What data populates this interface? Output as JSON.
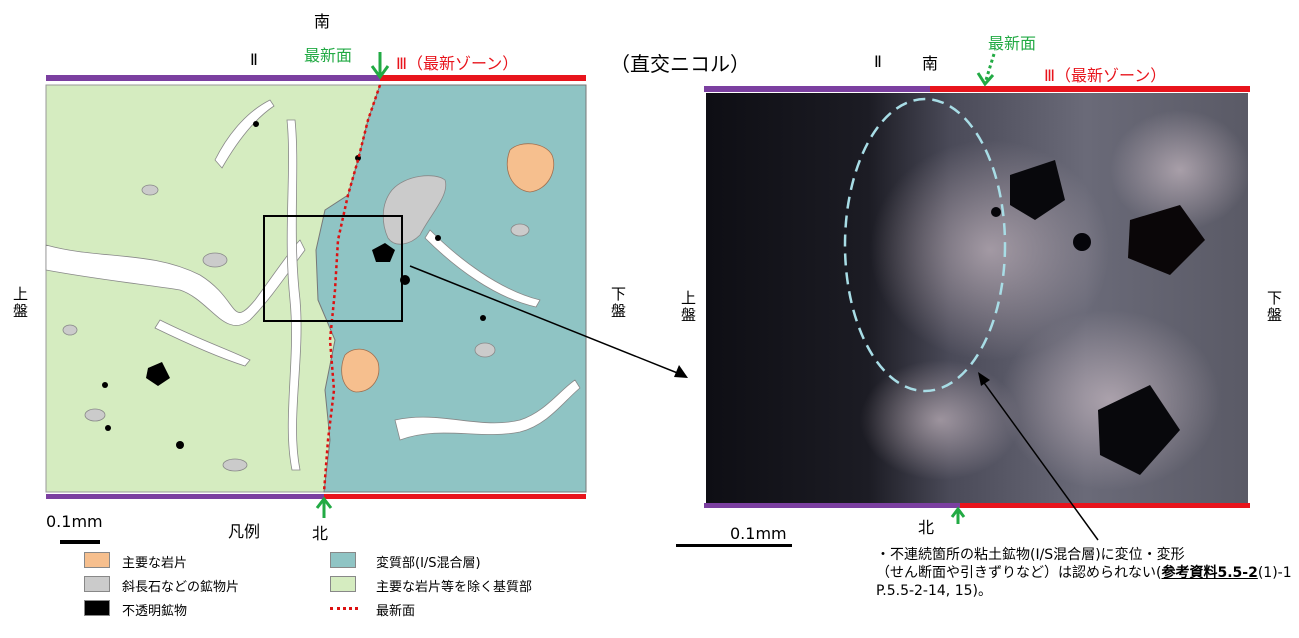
{
  "left": {
    "south": "南",
    "north": "北",
    "newest_surface": "最新面",
    "zone2": "Ⅱ",
    "zone3": "Ⅲ（最新ゾーン）",
    "upper": "上盤",
    "lower": "下盤",
    "scale": "0.1mm"
  },
  "right": {
    "title": "（直交ニコル）",
    "south": "南",
    "north": "北",
    "newest_surface": "最新面",
    "zone2": "Ⅱ",
    "zone3": "Ⅲ（最新ゾーン）",
    "upper": "上盤",
    "lower": "下盤",
    "scale": "0.1mm"
  },
  "legend": {
    "title": "凡例",
    "items": [
      {
        "label": "主要な岩片",
        "color": "#f6bf8e"
      },
      {
        "label": "斜長石などの鉱物片",
        "color": "#cbcbcb"
      },
      {
        "label": "不透明鉱物",
        "color": "#000000"
      },
      {
        "label": "変質部(I/S混合層)",
        "color": "#8fc4c4"
      },
      {
        "label": "主要な岩片等を除く基質部",
        "color": "#d5ecc0"
      },
      {
        "label": "最新面",
        "color": "#dd1111"
      }
    ]
  },
  "note": {
    "line1": "・不連続箇所の粘土鉱物(I/S混合層)に変位・変形",
    "line2_pre": "（せん断面や引きずりなど）は認められない(",
    "ref_bold": "参考資料5.5-2",
    "ref_rest": "(1)-1 P.5.5-2-14, 15)。"
  },
  "colors": {
    "purple": "#7b3fa0",
    "red": "#e8141c",
    "green": "#22aa44",
    "matrix": "#d5ecc0",
    "altered": "#8fc4c4"
  }
}
